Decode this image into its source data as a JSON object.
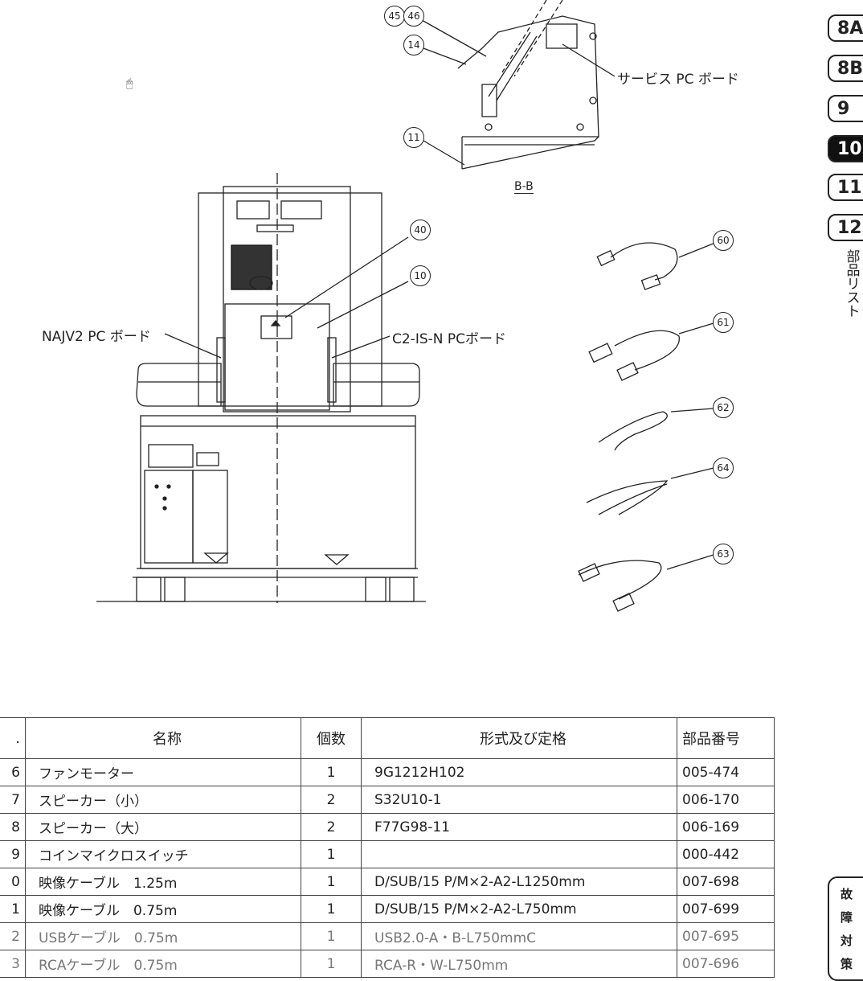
{
  "diagram": {
    "labels": {
      "service_pc_board": "サービス PC ボード",
      "najv2_pc_board": "NAJV2 PC ボード",
      "c2_is_n_pc_board": "C2-IS-N PCボード",
      "section": "B-B"
    },
    "callouts": [
      "45",
      "46",
      "14",
      "11",
      "40",
      "10",
      "60",
      "61",
      "62",
      "64",
      "63"
    ]
  },
  "side_tabs": {
    "items": [
      "8A",
      "8B",
      "9",
      "10",
      "11",
      "12"
    ],
    "active": "10",
    "vertical_label": "部品リスト",
    "bottom_label": "故障対策"
  },
  "parts_table": {
    "headers": [
      ".",
      "名称",
      "個数",
      "形式及び定格",
      "部品番号"
    ],
    "rows": [
      {
        "no": "6",
        "name": "ファンモーター",
        "qty": "1",
        "spec": "9G1212H102",
        "part": "005-474"
      },
      {
        "no": "7",
        "name": "スピーカー（小）",
        "qty": "2",
        "spec": "S32U10-1",
        "part": "006-170"
      },
      {
        "no": "8",
        "name": "スピーカー（大）",
        "qty": "2",
        "spec": "F77G98-11",
        "part": "006-169"
      },
      {
        "no": "9",
        "name": "コインマイクロスイッチ",
        "qty": "1",
        "spec": "",
        "part": "000-442"
      },
      {
        "no": "0",
        "name": "映像ケーブル　1.25m",
        "qty": "1",
        "spec": "D/SUB/15 P/M×2-A2-L1250mm",
        "part": "007-698"
      },
      {
        "no": "1",
        "name": "映像ケーブル　0.75m",
        "qty": "1",
        "spec": "D/SUB/15 P/M×2-A2-L750mm",
        "part": "007-699"
      },
      {
        "no": "2",
        "name": "USBケーブル　0.75m",
        "qty": "1",
        "spec": "USB2.0-A・B-L750mmC",
        "part": "007-695"
      },
      {
        "no": "3",
        "name": "RCAケーブル　0.75m",
        "qty": "1",
        "spec": "RCA-R・W-L750mm",
        "part": "007-696"
      }
    ]
  }
}
